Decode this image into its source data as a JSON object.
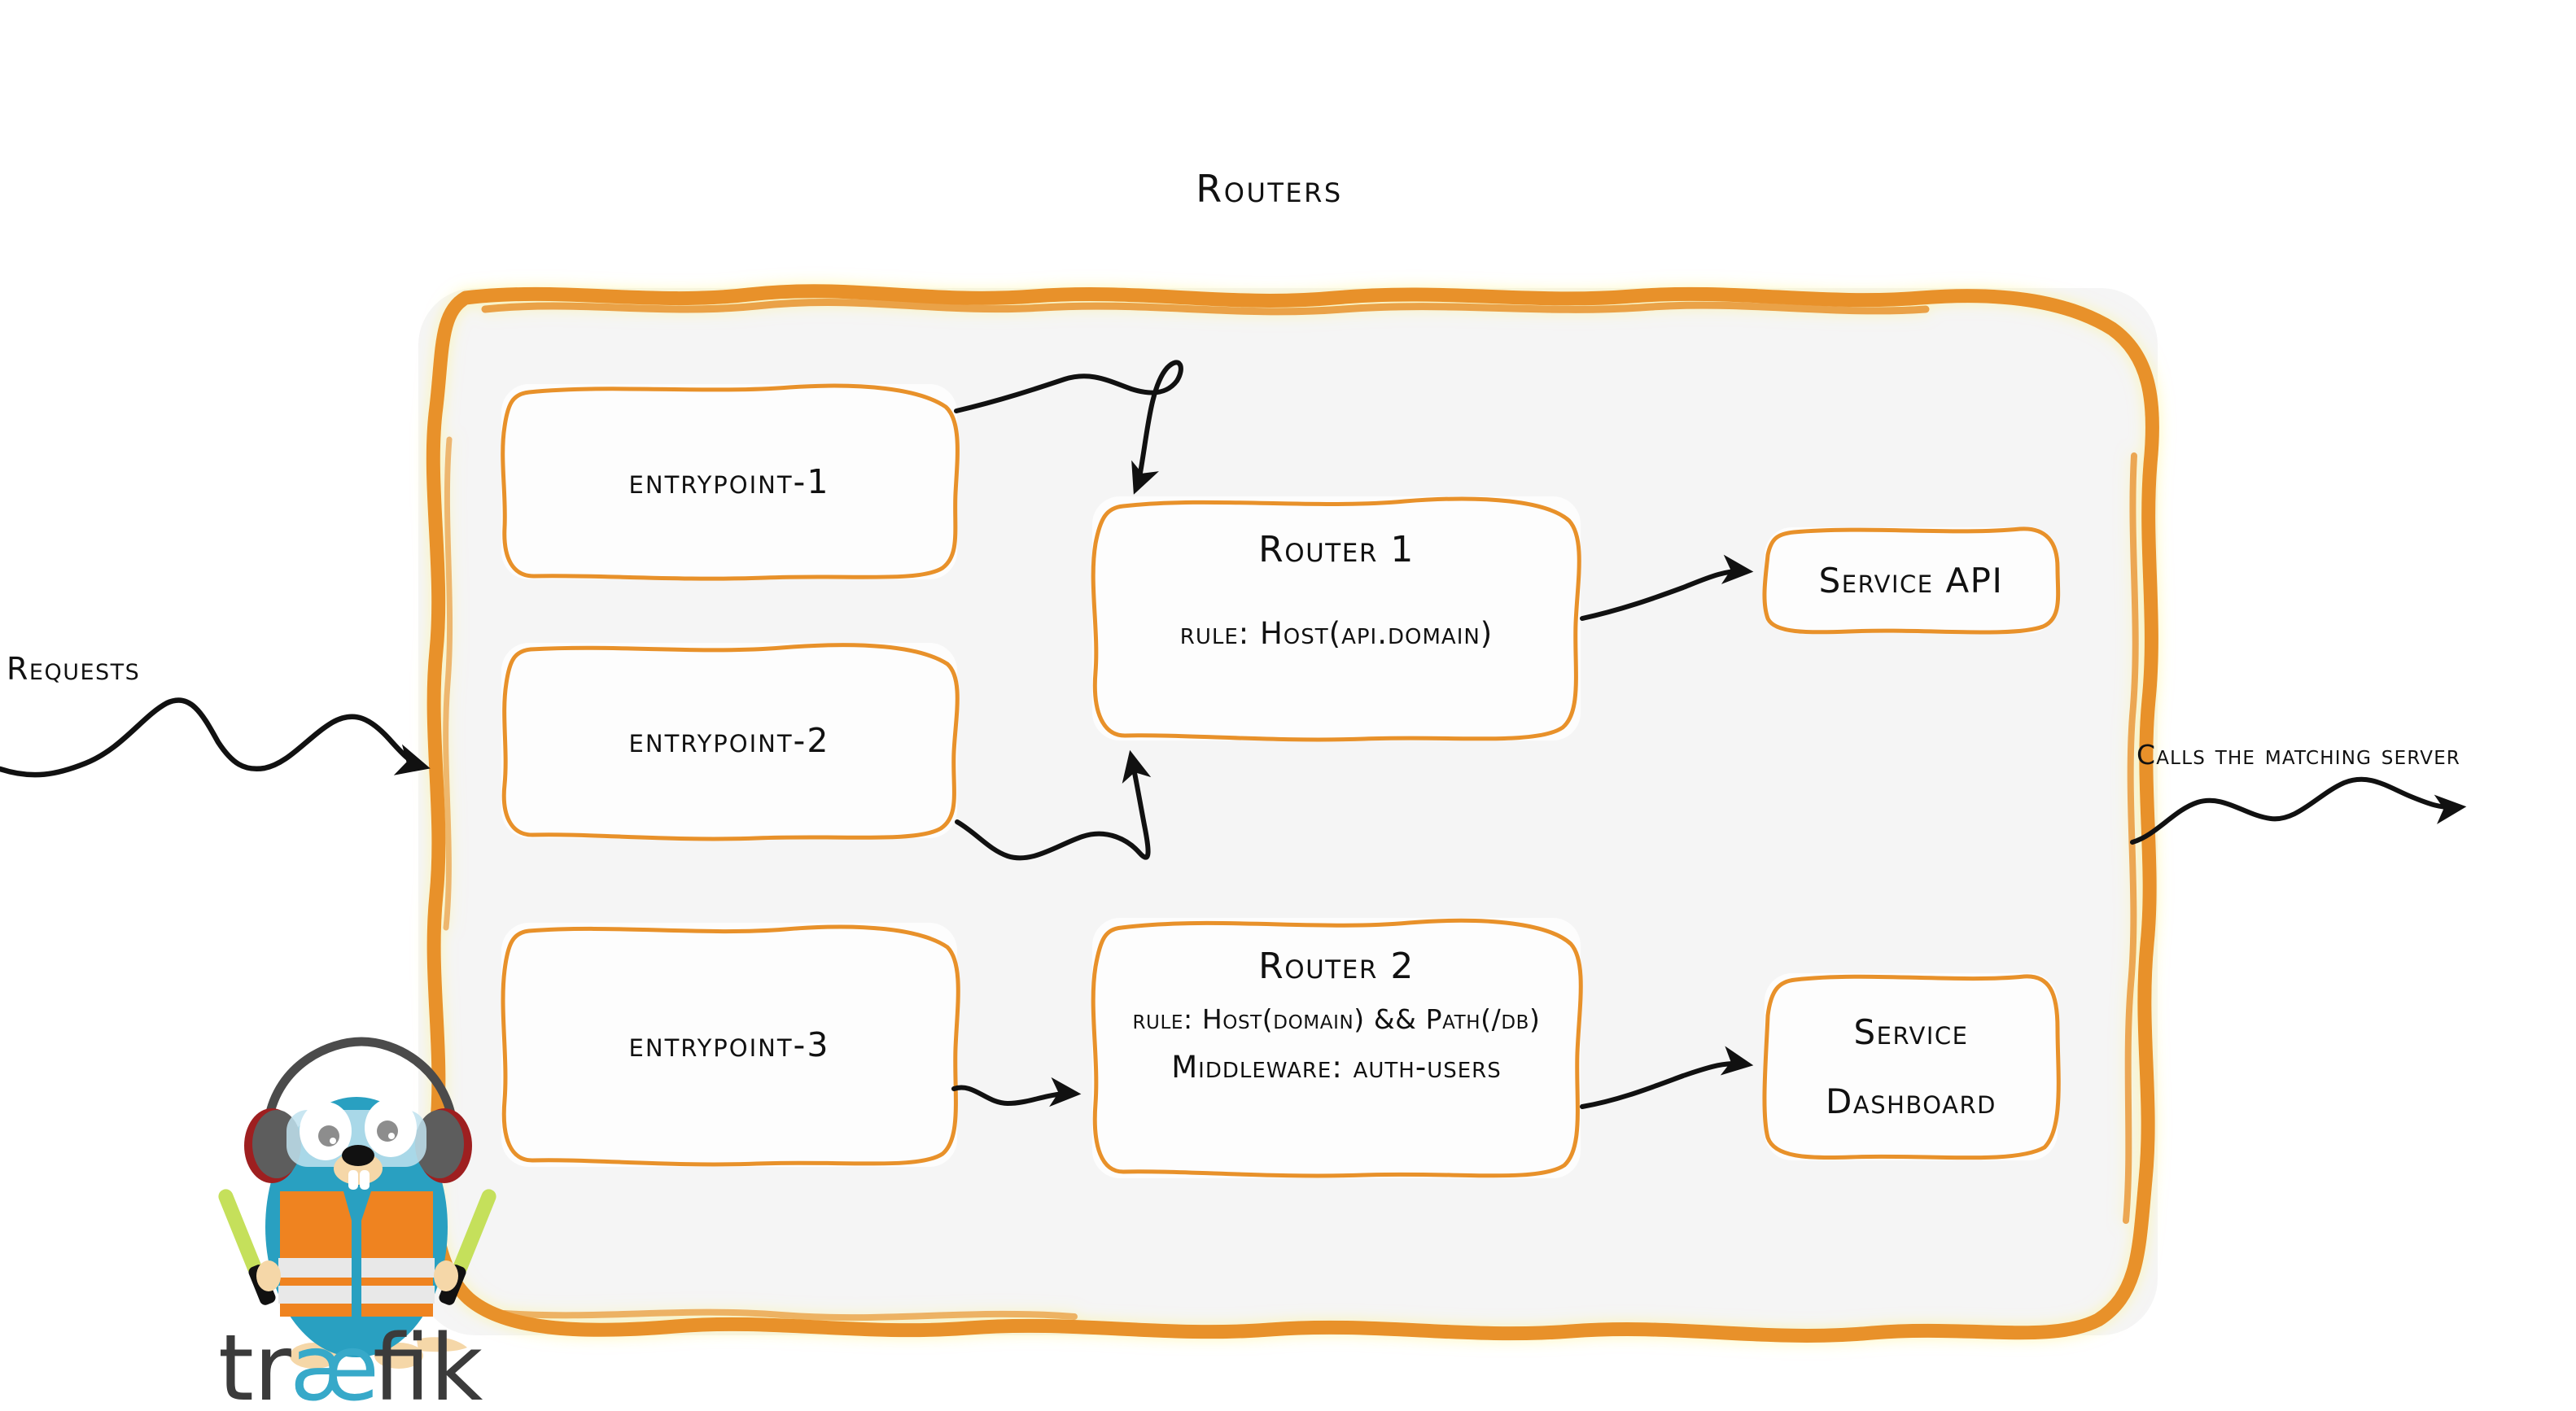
{
  "diagram": {
    "title": "Routers",
    "theme": {
      "accent_orange": "#e8912a",
      "container_fill": "#f5f5f5",
      "box_fill": "#fdfdfd",
      "ink": "#111111",
      "gopher_cyan": "#29a0c1",
      "gopher_vest": "#ef8320",
      "wand_green": "#c5e05b",
      "logo_dark": "#3b3b3b",
      "logo_cyan": "#37a9c9"
    }
  },
  "external": {
    "left_label": "Requests",
    "right_label": "Calls the matching server"
  },
  "entrypoints": [
    {
      "label": "entrypoint-1"
    },
    {
      "label": "entrypoint-2"
    },
    {
      "label": "entrypoint-3"
    }
  ],
  "routers": [
    {
      "title": "Router 1",
      "lines": [
        {
          "text": "rule: Host(api.domain)",
          "size": "normal"
        }
      ]
    },
    {
      "title": "Router 2",
      "lines": [
        {
          "text": "rule: Host(domain) && Path(/db)",
          "size": "small"
        },
        {
          "text": "Middleware: auth-users",
          "size": "normal"
        }
      ]
    }
  ],
  "services": [
    {
      "line1": "Service API",
      "line2": ""
    },
    {
      "line1": "Service",
      "line2": "Dashboard"
    }
  ],
  "logo": {
    "wordmark_part1": "tr",
    "wordmark_ligature": "æ",
    "wordmark_part2": "fik",
    "mascot": "traefik-gopher"
  },
  "arrows": [
    {
      "name": "entrypoint1-to-router1"
    },
    {
      "name": "entrypoint2-to-router1"
    },
    {
      "name": "router1-to-service-api"
    },
    {
      "name": "entrypoint3-to-router2"
    },
    {
      "name": "router2-to-service-dashboard"
    },
    {
      "name": "requests-into-routers"
    },
    {
      "name": "routers-out-to-server"
    }
  ]
}
